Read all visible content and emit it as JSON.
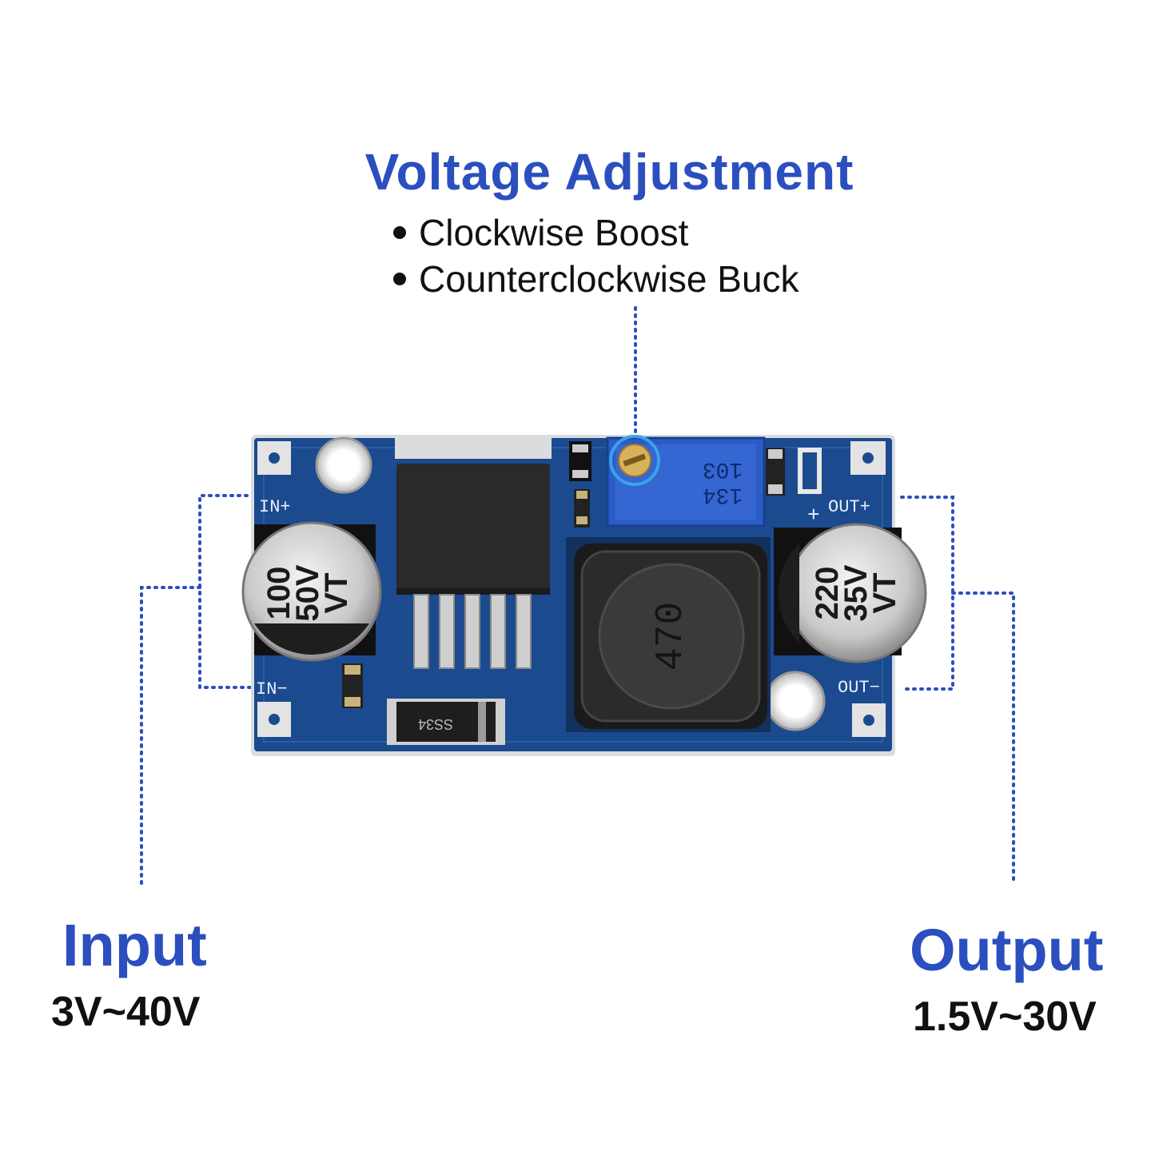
{
  "heading": "Voltage Adjustment",
  "bullets": [
    "Clockwise Boost",
    "Counterclockwise Buck"
  ],
  "input": {
    "title": "Input",
    "range": "3V~40V"
  },
  "output": {
    "title": "Output",
    "range": "1.5V~30V"
  },
  "board": {
    "pins": {
      "in_plus": "IN+",
      "in_minus": "IN−",
      "out_plus": "OUT+",
      "out_minus": "OUT−",
      "plus_mark": "+"
    },
    "cap_in": [
      "100",
      "50V",
      "VT"
    ],
    "cap_out": [
      "220",
      "35V",
      "VT"
    ],
    "inductor": "470",
    "pot": [
      "103",
      "134"
    ],
    "diode": "SS34"
  },
  "colors": {
    "accent": "#2b4fbf",
    "pcb": "#1b4a8f",
    "pcb_dark": "#123a74",
    "dotted": "#2b4fbf"
  }
}
